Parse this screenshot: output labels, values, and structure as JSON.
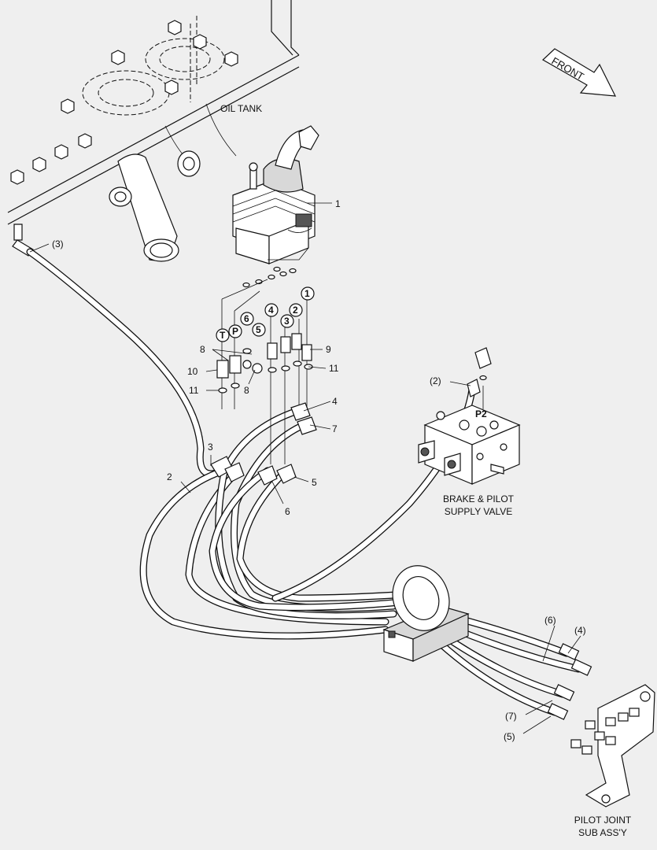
{
  "labels": {
    "front": "FRONT",
    "oil_tank": "OIL TANK",
    "brake_valve_line1": "BRAKE & PILOT",
    "brake_valve_line2": "SUPPLY VALVE",
    "pilot_joint_line1": "PILOT JOINT",
    "pilot_joint_line2": "SUB ASS'Y",
    "p2": "P2"
  },
  "callouts": {
    "c1": "1",
    "c2": "2",
    "c3": "3",
    "c4": "4",
    "c5": "5",
    "c6": "6",
    "c7": "7",
    "c8a": "8",
    "c8b": "8",
    "c9": "9",
    "c10": "10",
    "c11a": "11",
    "c11b": "11",
    "p_hose3": "(3)",
    "p_hose2": "(2)",
    "p_hose6": "(6)",
    "p_hose4": "(4)",
    "p_hose7": "(7)",
    "p_hose5": "(5)"
  },
  "ports": {
    "T": "T",
    "P": "P",
    "n6": "6",
    "n5": "5",
    "n4": "4",
    "n3": "3",
    "n2": "2",
    "n1": "1"
  }
}
